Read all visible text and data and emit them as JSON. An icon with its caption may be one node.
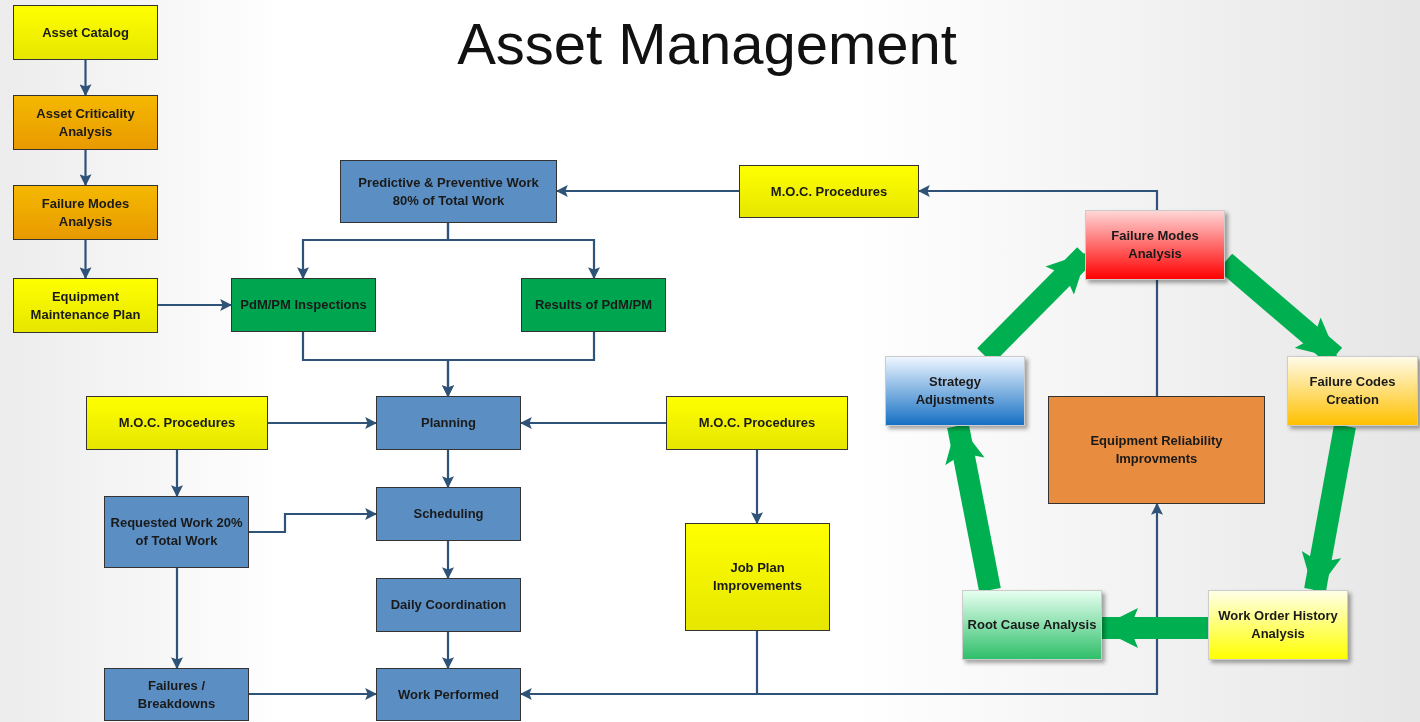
{
  "diagram": {
    "title": "Asset Management",
    "nodes": [
      {
        "text": [
          "Asset Catalog"
        ]
      },
      {
        "text": [
          "Asset Criticality Analysis"
        ]
      },
      {
        "text": [
          "Failure Modes Analysis"
        ]
      },
      {
        "text": [
          "Equipment Maintenance Plan"
        ]
      },
      {
        "text": [
          "Predictive & Preventive Work 80% of Total Work"
        ]
      },
      {
        "text": [
          "M.O.C. Procedures"
        ]
      },
      {
        "text": [
          "PdM/PM Inspections"
        ]
      },
      {
        "text": [
          "Results of PdM/PM"
        ]
      },
      {
        "text": [
          "M.O.C. Procedures"
        ]
      },
      {
        "text": [
          "Planning"
        ]
      },
      {
        "text": [
          "M.O.C. Procedures"
        ]
      },
      {
        "text": [
          "Requested Work 20% of Total Work"
        ]
      },
      {
        "text": [
          "Scheduling"
        ]
      },
      {
        "text": [
          "Daily Coordination"
        ]
      },
      {
        "text": [
          "Job Plan Improvements"
        ]
      },
      {
        "text": [
          "Failures / Breakdowns"
        ]
      },
      {
        "text": [
          "Work Performed"
        ]
      },
      {
        "text": [
          "Failure Modes Analysis"
        ]
      },
      {
        "text": [
          "Strategy Adjustments"
        ]
      },
      {
        "text": [
          "Equipment Reliability Improvments"
        ]
      },
      {
        "text": [
          "Failure Codes Creation"
        ]
      },
      {
        "text": [
          "Root Cause Analysis"
        ]
      },
      {
        "text": [
          "Work Order History Analysis"
        ]
      }
    ],
    "edges": [
      {
        "from": 0,
        "to": 1,
        "arrow": "to"
      },
      {
        "from": 1,
        "to": 2,
        "arrow": "to"
      },
      {
        "from": 2,
        "to": 3,
        "arrow": "to"
      },
      {
        "from": 3,
        "to": 6,
        "arrow": "to"
      },
      {
        "from": 4,
        "to": 6,
        "arrow": "to"
      },
      {
        "from": 4,
        "to": 7,
        "arrow": "to"
      },
      {
        "from": 6,
        "to": 9,
        "arrow": "to"
      },
      {
        "from": 7,
        "to": 9,
        "arrow": "to"
      },
      {
        "from": 8,
        "to": 9,
        "arrow": "to"
      },
      {
        "from": 10,
        "to": 9,
        "arrow": "to"
      },
      {
        "from": 8,
        "to": 11,
        "arrow": "to"
      },
      {
        "from": 9,
        "to": 12,
        "arrow": "to"
      },
      {
        "from": 11,
        "to": 12,
        "arrow": "to"
      },
      {
        "from": 12,
        "to": 13,
        "arrow": "to"
      },
      {
        "from": 13,
        "to": 16,
        "arrow": "to"
      },
      {
        "from": 11,
        "to": 15,
        "arrow": "to"
      },
      {
        "from": 15,
        "to": 16,
        "arrow": "to"
      },
      {
        "from": 10,
        "to": 14,
        "arrow": "to"
      },
      {
        "from": 14,
        "to": 16,
        "arrow": "to"
      },
      {
        "from": 16,
        "to": 19,
        "arrow": "to"
      },
      {
        "from": 19,
        "to": 17,
        "arrow": "none"
      },
      {
        "from": 17,
        "to": 5,
        "arrow": "to"
      },
      {
        "from": 5,
        "to": 4,
        "arrow": "to"
      },
      {
        "from": 17,
        "to": 20,
        "arrow": "to",
        "style": "thick",
        "color": "#00b050"
      },
      {
        "from": 20,
        "to": 22,
        "arrow": "to",
        "style": "thick",
        "color": "#00b050"
      },
      {
        "from": 22,
        "to": 21,
        "arrow": "to",
        "style": "thick",
        "color": "#00b050"
      },
      {
        "from": 21,
        "to": 18,
        "arrow": "to",
        "style": "thick",
        "color": "#00b050"
      },
      {
        "from": 18,
        "to": 17,
        "arrow": "to",
        "style": "thick",
        "color": "#00b050"
      }
    ]
  }
}
